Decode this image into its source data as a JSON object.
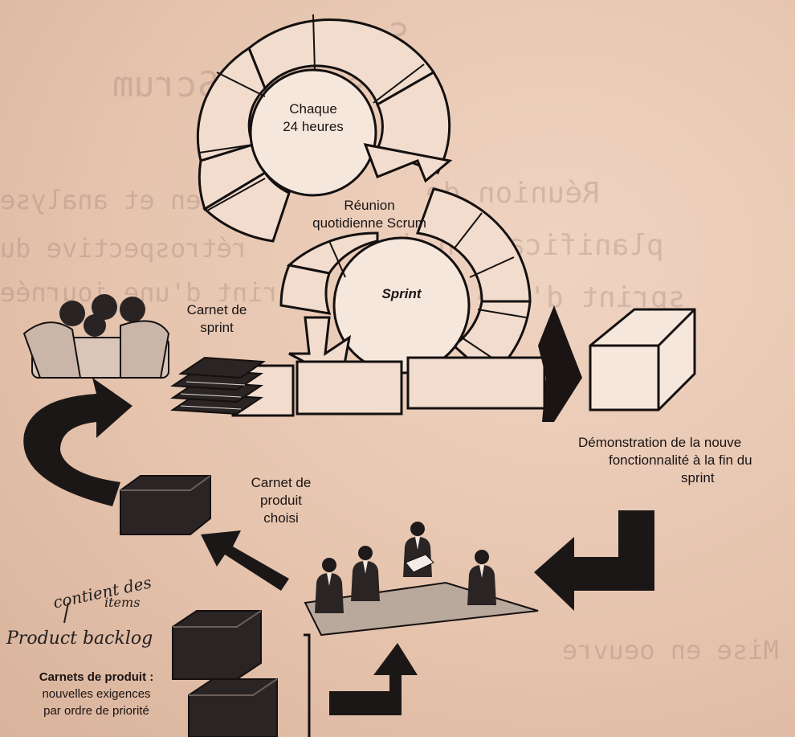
{
  "center_top": {
    "line1": "Chaque",
    "line2": "24 heures"
  },
  "daily_meeting": {
    "line1": "Réunion",
    "line2": "quotidienne Scrum"
  },
  "sprint_label": "Sprint",
  "sprint_backlog": {
    "line1": "Carnet de",
    "line2": "sprint"
  },
  "selected_backlog": {
    "line1": "Carnet de",
    "line2": "produit",
    "line3": "choisi"
  },
  "demo": {
    "line1": "Démonstration de la nouve",
    "line2": "fonctionnalité à la fin du",
    "line3": "sprint"
  },
  "product_backlog": {
    "title": "Carnets de produit :",
    "line2": "nouvelles exigences",
    "line3": "par ordre de priorité"
  },
  "handwriting": {
    "note1": "contient des",
    "note2": "items",
    "note3": "Product backlog"
  },
  "show_through": {
    "ghost1": "Sprint",
    "ghost2": "Phases de Scrum",
    "ghost3": "Réunion de",
    "ghost4": "planification du",
    "ghost5": "sprint d'une journée",
    "ghost6": "Examen et analyse",
    "ghost7": "rétrospective du",
    "ghost8": "sprint d'une journée",
    "ghost9": "Mise en oeuvre"
  },
  "colors": {
    "ink": "#1a1414",
    "paper": "#e8c9b4"
  }
}
